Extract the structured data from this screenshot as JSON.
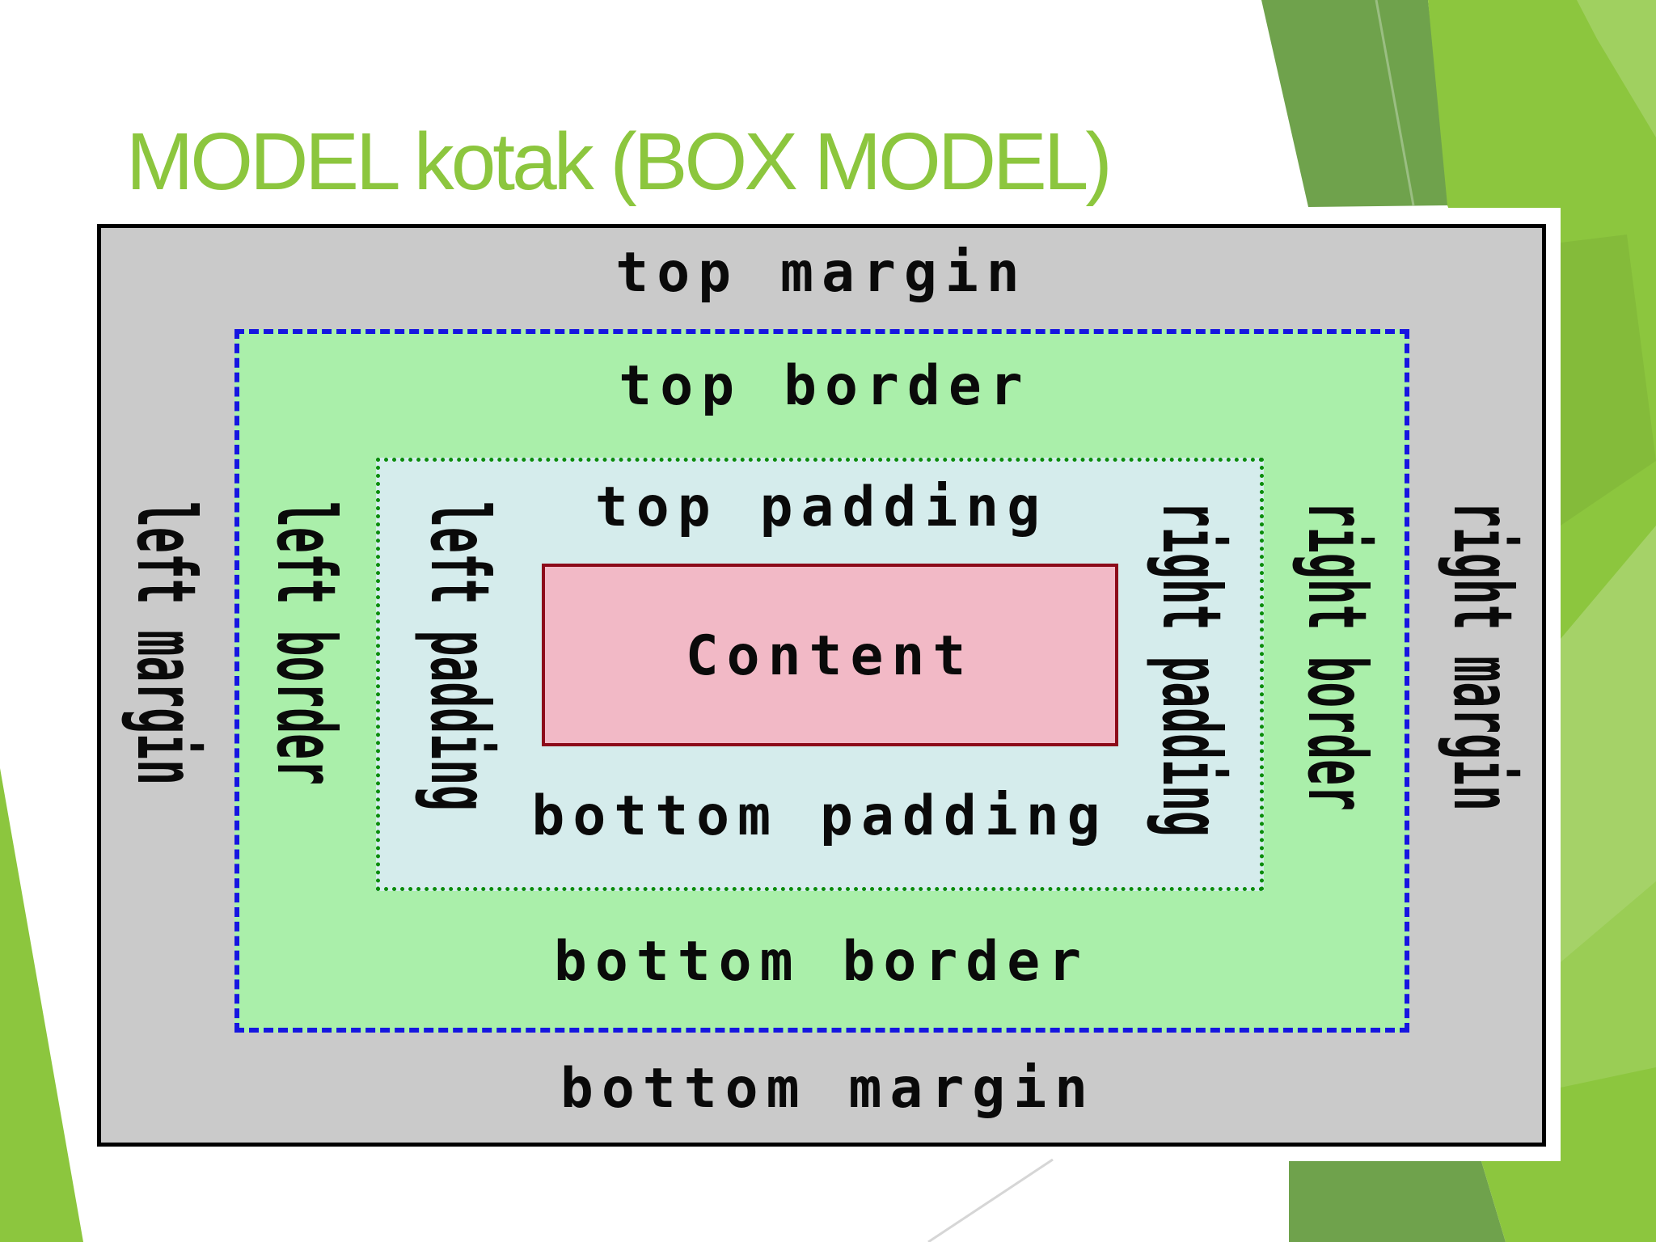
{
  "slide": {
    "title": "MODEL kotak (BOX MODEL)",
    "title_color": "#8cc63e",
    "background": "#ffffff"
  },
  "diagram": {
    "labels": {
      "top_margin": "top margin",
      "top_border": "top border",
      "top_padding": "top padding",
      "content": "Content",
      "bottom_padding": "bottom padding",
      "bottom_border": "bottom border",
      "bottom_margin": "bottom margin",
      "left_margin": "left margin",
      "left_border": "left border",
      "left_padding": "left padding",
      "right_padding": "right padding",
      "right_border": "right border",
      "right_margin": "right margin"
    },
    "colors": {
      "margin_area_bg": "#cacaca",
      "border_area_bg": "#aaefaa",
      "padding_area_bg": "#d5ecec",
      "content_bg": "#f2b9c6",
      "outer_border": "#000000",
      "border_edge_dashed_blue": "#1616e0",
      "padding_edge_dotted_green": "#0a8c0a",
      "content_border_dark_red": "#8c0a19",
      "label_text": "#0a0a0a"
    }
  },
  "decor": {
    "bright_green": "#8cc63e",
    "olive_green": "#6fa24c",
    "white": "#ffffff",
    "faint_line_gray": "#d6d6d6"
  }
}
